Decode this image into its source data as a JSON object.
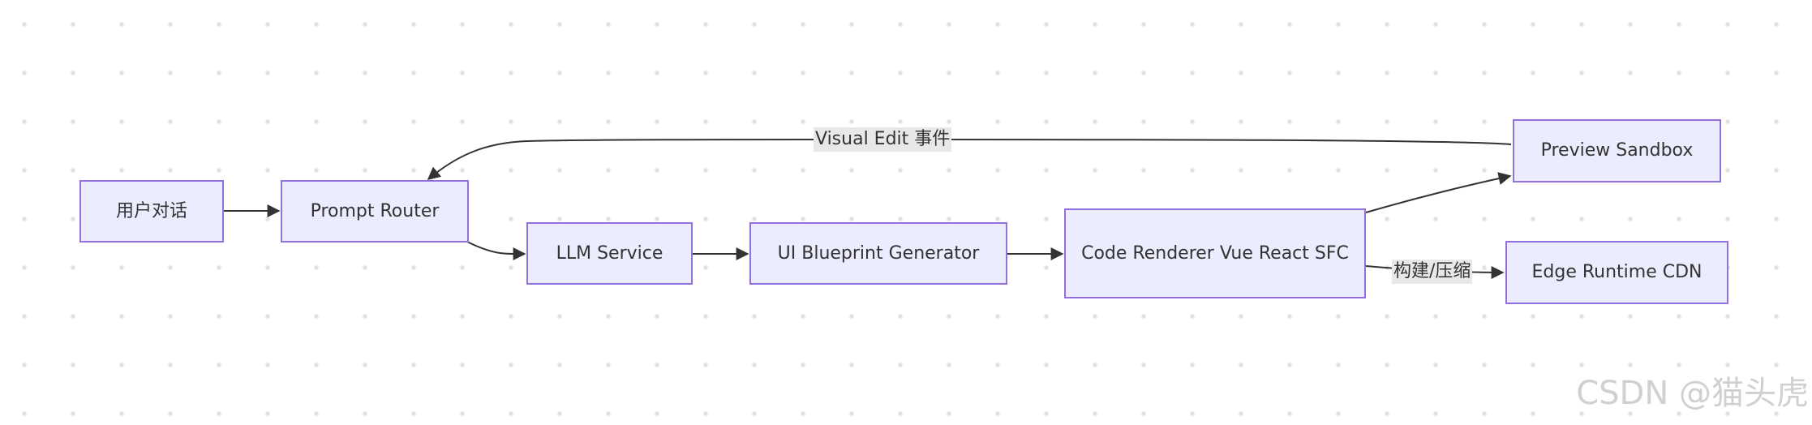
{
  "nodes": {
    "user_dialog": "用户对话",
    "prompt_router": "Prompt Router",
    "llm_service": "LLM Service",
    "ui_blueprint": "UI Blueprint Generator",
    "code_renderer": "Code Renderer Vue React SFC",
    "preview_sandbox": "Preview Sandbox",
    "edge_runtime": "Edge Runtime CDN"
  },
  "edges": {
    "visual_edit": "Visual Edit 事件",
    "build_compress": "构建/压缩"
  },
  "watermark": "CSDN @猫头虎",
  "colors": {
    "node_fill": "#ececff",
    "node_border": "#9370db",
    "edge": "#333333",
    "label_bg": "#e8e8e8"
  }
}
